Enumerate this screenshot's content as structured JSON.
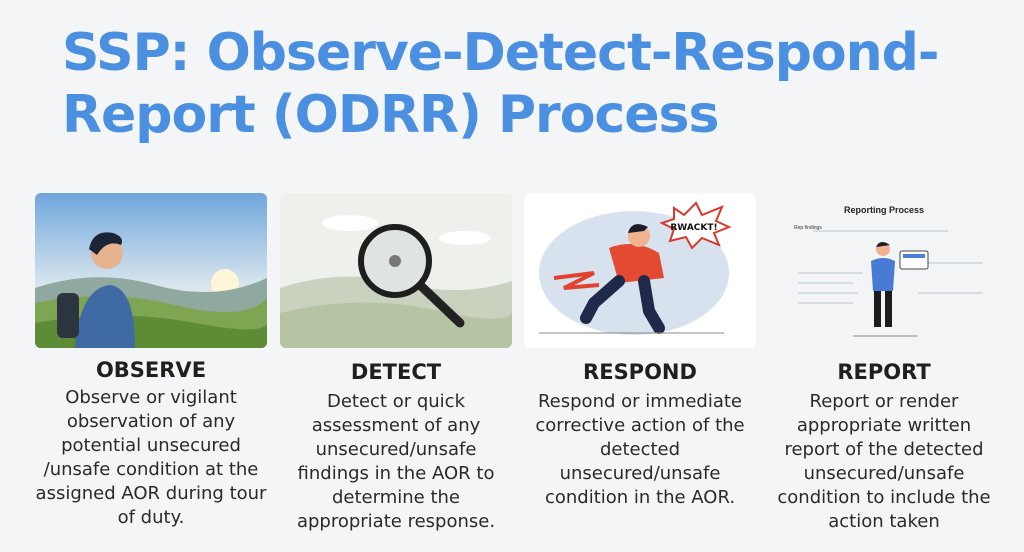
{
  "title": "SSP: Observe-Detect-Respond-Report (ODRR) Process",
  "steps": [
    {
      "label": "OBSERVE",
      "description": "Observe or vigilant observation of any potential unsecured /unsafe condition at the assigned AOR during tour of duty."
    },
    {
      "label": "DETECT",
      "description": "Detect or quick assessment of any unsecured/unsafe findings in the AOR to determine the appropriate response."
    },
    {
      "label": "RESPOND",
      "description": "Respond or immediate corrective action of the detected unsecured/unsafe condition in the AOR.",
      "image_text": "RWACKT!"
    },
    {
      "label": "REPORT",
      "description": "Report or render appropriate written report of the detected unsecured/unsafe condition to include the action taken",
      "image_title": "Reporting Process",
      "image_caption": "Rep findings"
    }
  ],
  "colors": {
    "title": "#4a8fe0",
    "background": "#f4f5f7"
  }
}
